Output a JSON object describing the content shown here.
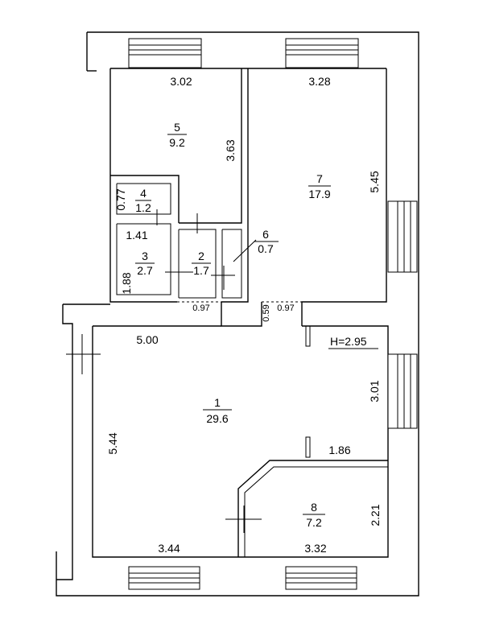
{
  "rooms": [
    {
      "id": "r1",
      "number": "1",
      "area": "29.6"
    },
    {
      "id": "r2",
      "number": "2",
      "area": "1.7"
    },
    {
      "id": "r3",
      "number": "3",
      "area": "2.7"
    },
    {
      "id": "r4",
      "number": "4",
      "area": "1.2"
    },
    {
      "id": "r5",
      "number": "5",
      "area": "9.2"
    },
    {
      "id": "r6",
      "number": "6",
      "area": "0.7"
    },
    {
      "id": "r7",
      "number": "7",
      "area": "17.9"
    },
    {
      "id": "r8",
      "number": "8",
      "area": "7.2"
    }
  ],
  "dimensions": {
    "d_302": "3.02",
    "d_328": "3.28",
    "d_363": "3.63",
    "d_545": "5.45",
    "d_077": "0.77",
    "d_141": "1.41",
    "d_188": "1.88",
    "d_097a": "0.97",
    "d_059": "0.59",
    "d_097b": "0.97",
    "d_500": "5.00",
    "d_301": "3.01",
    "d_544": "5.44",
    "d_186": "1.86",
    "d_221": "2.21",
    "d_344": "3.44",
    "d_332": "3.32"
  },
  "ceiling_height": "H=2.95"
}
